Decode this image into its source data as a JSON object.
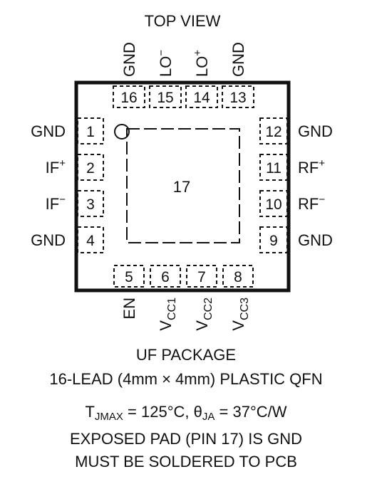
{
  "title": "TOP VIEW",
  "exposed_pad_number": "17",
  "pins": [
    {
      "number": "1",
      "name": "GND"
    },
    {
      "number": "2",
      "name": "IF",
      "sup": "+"
    },
    {
      "number": "3",
      "name": "IF",
      "sup": "−"
    },
    {
      "number": "4",
      "name": "GND"
    },
    {
      "number": "5",
      "name": "EN"
    },
    {
      "number": "6",
      "name": "V",
      "sub": "CC1"
    },
    {
      "number": "7",
      "name": "V",
      "sub": "CC2"
    },
    {
      "number": "8",
      "name": "V",
      "sub": "CC3"
    },
    {
      "number": "9",
      "name": "GND"
    },
    {
      "number": "10",
      "name": "RF",
      "sup": "−"
    },
    {
      "number": "11",
      "name": "RF",
      "sup": "+"
    },
    {
      "number": "12",
      "name": "GND"
    },
    {
      "number": "13",
      "name": "GND"
    },
    {
      "number": "14",
      "name": "LO",
      "sup": "+"
    },
    {
      "number": "15",
      "name": "LO",
      "sup": "−"
    },
    {
      "number": "16",
      "name": "GND"
    }
  ],
  "caption": {
    "package": "UF PACKAGE",
    "lead": "16-LEAD (4mm × 4mm) PLASTIC QFN",
    "thermal": {
      "t_symbol": "T",
      "t_sub": "JMAX",
      "t_value": " = 125°C, ",
      "theta_symbol": "θ",
      "theta_sub": "JA",
      "theta_value": " = 37°C/W"
    },
    "note1": "EXPOSED PAD (PIN 17) IS GND",
    "note2": "MUST BE SOLDERED TO PCB"
  }
}
